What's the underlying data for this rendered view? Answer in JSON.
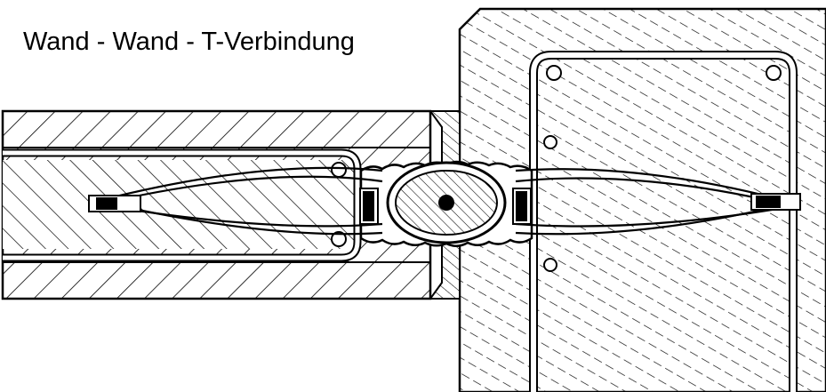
{
  "title": "Wand - Wand - T-Verbindung",
  "colors": {
    "background": "#ffffff",
    "line": "#000000"
  },
  "parts": {
    "left_wall": "left-wall-hatched-section",
    "right_wall": "right-wall-hatched-section",
    "joint": "t-joint-grout-zone",
    "left_loop": "left-rebar-loop",
    "right_stirrup": "right-stirrup",
    "wire_loops": "connecting-wire-loops",
    "key_rod": "central-key-rod"
  }
}
